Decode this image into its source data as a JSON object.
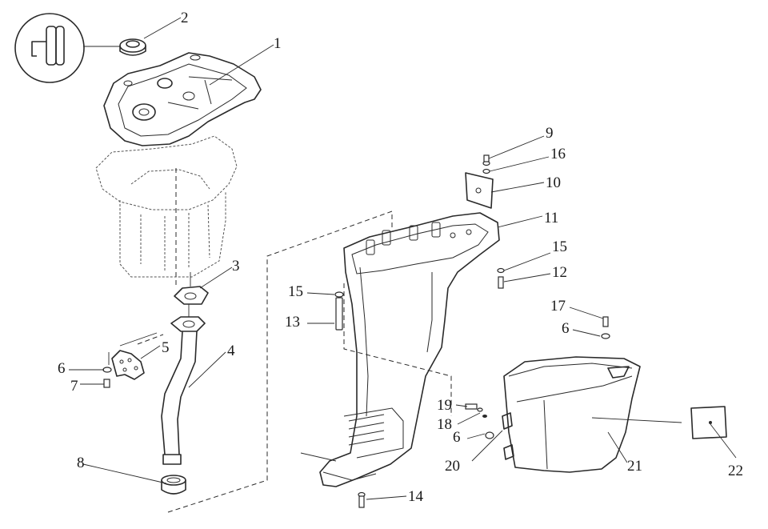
{
  "callouts": [
    {
      "id": "c1",
      "label": "1"
    },
    {
      "id": "c2",
      "label": "2"
    },
    {
      "id": "c3",
      "label": "3"
    },
    {
      "id": "c4",
      "label": "4"
    },
    {
      "id": "c5",
      "label": "5"
    },
    {
      "id": "c6a",
      "label": "6"
    },
    {
      "id": "c6b",
      "label": "6"
    },
    {
      "id": "c6c",
      "label": "6"
    },
    {
      "id": "c7",
      "label": "7"
    },
    {
      "id": "c8",
      "label": "8"
    },
    {
      "id": "c9",
      "label": "9"
    },
    {
      "id": "c10",
      "label": "10"
    },
    {
      "id": "c11",
      "label": "11"
    },
    {
      "id": "c12",
      "label": "12"
    },
    {
      "id": "c13",
      "label": "13"
    },
    {
      "id": "c14",
      "label": "14"
    },
    {
      "id": "c15a",
      "label": "15"
    },
    {
      "id": "c15b",
      "label": "15"
    },
    {
      "id": "c16",
      "label": "16"
    },
    {
      "id": "c17",
      "label": "17"
    },
    {
      "id": "c18",
      "label": "18"
    },
    {
      "id": "c19",
      "label": "19"
    },
    {
      "id": "c20",
      "label": "20"
    },
    {
      "id": "c21",
      "label": "21"
    },
    {
      "id": "c22",
      "label": "22"
    }
  ]
}
